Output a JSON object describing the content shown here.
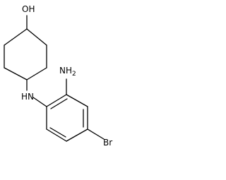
{
  "molecule": {
    "atoms": {
      "hydroxyl": "OH",
      "amine_bridge": "HN",
      "amino_main": "NH",
      "amino_sub": "2",
      "bromine": "Br"
    },
    "colors": {
      "bond": "#000000",
      "label": "#000000",
      "background": "#ffffff"
    }
  }
}
